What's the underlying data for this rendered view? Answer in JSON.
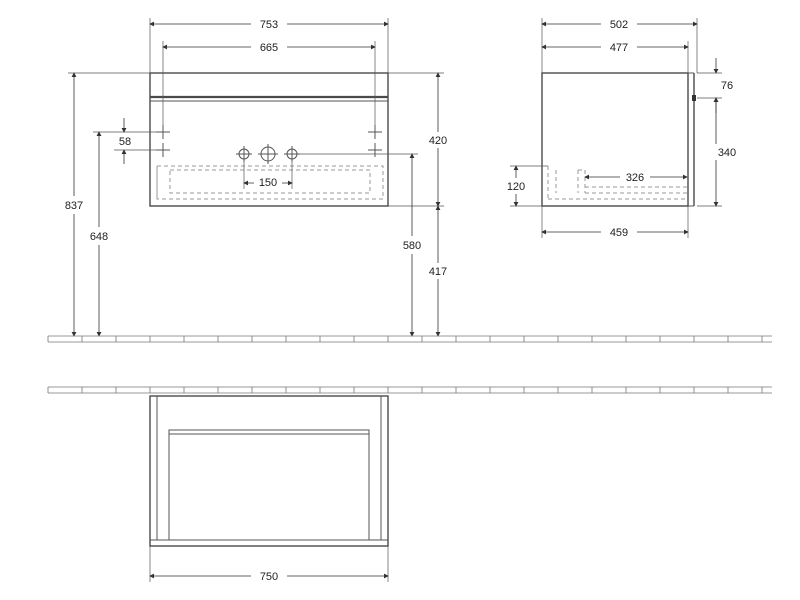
{
  "dimensions": {
    "front_width_overall": "753",
    "front_width_top": "665",
    "front_total_height": "837",
    "front_mount_height": "648",
    "front_hole_offset": "58",
    "front_tap_spacing": "150",
    "front_body_height": "420",
    "front_drain_height": "580",
    "front_floor_clearance": "417",
    "side_depth_overall": "502",
    "side_depth_top": "477",
    "side_top_thickness": "76",
    "side_body_height": "340",
    "side_drawer_depth": "326",
    "side_drawer_height": "120",
    "side_depth_bottom": "459",
    "plan_width": "750"
  },
  "colors": {
    "line": "#4a4a4a",
    "hidden_line": "#9a9a9a",
    "text": "#222222"
  }
}
